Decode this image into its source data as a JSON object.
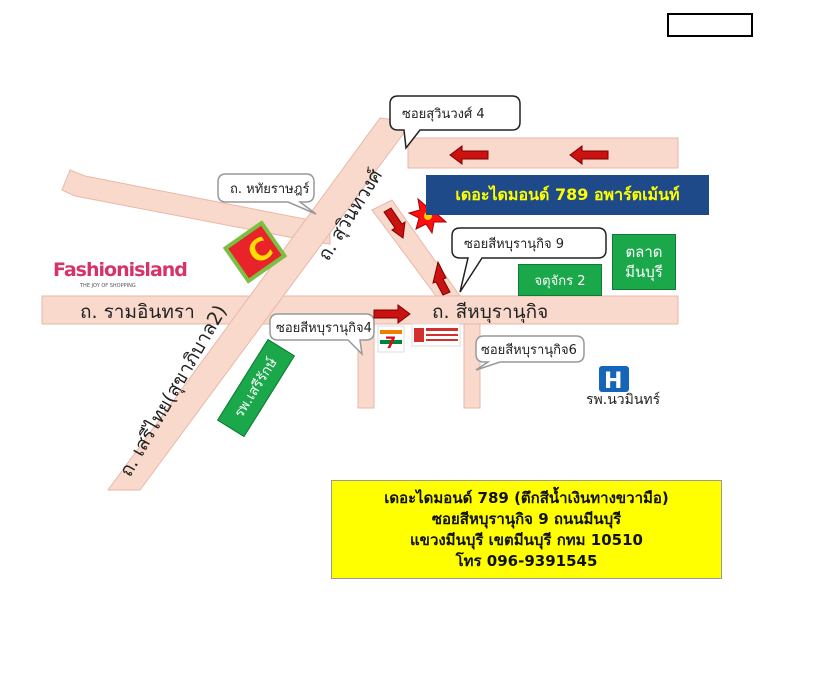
{
  "map": {
    "roads": {
      "ramindra": "ถ. รามอินทรา",
      "seri_thai": "ถ. เสรีไทย(สุขาภิบาล2)",
      "suwinthawong": "ถ. สุวินทวงศ์",
      "haruthairat": "ถ. หทัยราษฎร์",
      "sihaburanukit": "ถ. สีหบุรานุกิจ"
    },
    "callouts": {
      "soi_suwinthawong_4": "ซอยสุวินวงศ์ 4",
      "soi_sihaburanukit_9": "ซอยสีหบุรานุกิจ 9",
      "soi_sihaburanukit_4": "ซอยสีหบุรานุกิจ4",
      "soi_sihaburanukit_6": "ซอยสีหบุรานุกิจ6"
    },
    "landmarks": {
      "apartment": "เดอะไดมอนด์ 789 อพาร์ตเม้นท์",
      "market_line1": "ตลาด",
      "market_line2": "มีนบุรี",
      "police": "จตุจักร 2",
      "hospital_seri_rak": "รพ.เสรีรักษ์",
      "hospital_navamin": "รพ.นวมินทร์",
      "hospital_icon_letter": "H",
      "fashion_island": "Fashionisland",
      "fashion_island_tagline": "THE JOY OF SHOPPING",
      "big_c": "C",
      "seven_eleven": "7"
    },
    "colors": {
      "road": "#f8d9cc",
      "road_border": "#e9b8a8",
      "apartment_bg": "#1e4a8a",
      "apartment_text": "#ffff00",
      "green_box": "#1aa84a",
      "arrow": "#cc1111",
      "star": "#ff1010",
      "star_center": "#ffcc00",
      "hospital_blue": "#1565b8"
    }
  },
  "info": {
    "line1": "เดอะไดมอนด์ 789 (ตึกสีน้ำเงินทางขวามือ)",
    "line2": "ซอยสีหบุรานุกิจ 9  ถนนมีนบุรี",
    "line3": "แขวงมีนบุรี เขตมีนบุรี กทม 10510",
    "line4": "โทร 096-9391545"
  }
}
